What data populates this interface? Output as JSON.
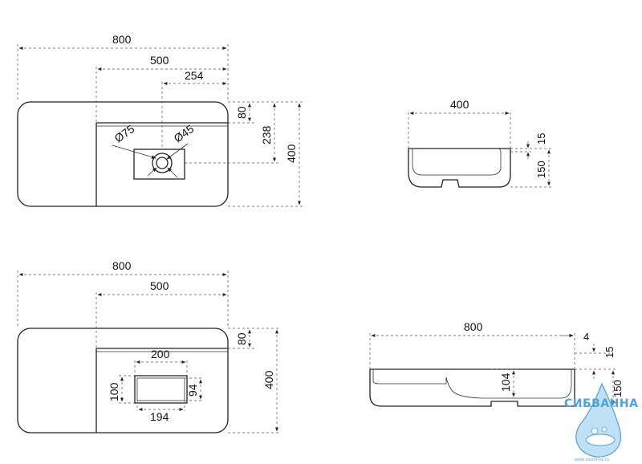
{
  "top_plan": {
    "width": "800",
    "bowl_width": "500",
    "drain_offset": "254",
    "rim": "80",
    "drain_center": "238",
    "depth": "400",
    "hole_large": "Ø75",
    "hole_small": "Ø45"
  },
  "top_side": {
    "depth": "400",
    "rim_height": "15",
    "height": "150"
  },
  "bottom_plan": {
    "width": "800",
    "bowl_width": "500",
    "rim": "80",
    "depth": "400",
    "slot_outer_w": "200",
    "slot_inner_w": "194",
    "slot_outer_h": "100",
    "slot_inner_h": "94"
  },
  "bottom_side": {
    "width": "800",
    "edge": "4",
    "rim_height": "15",
    "inner_depth": "104",
    "height": "150"
  },
  "logo": {
    "name": "СИБВАННА",
    "url": "www.sibvanna.ru",
    "color": "#4fa3d8"
  }
}
